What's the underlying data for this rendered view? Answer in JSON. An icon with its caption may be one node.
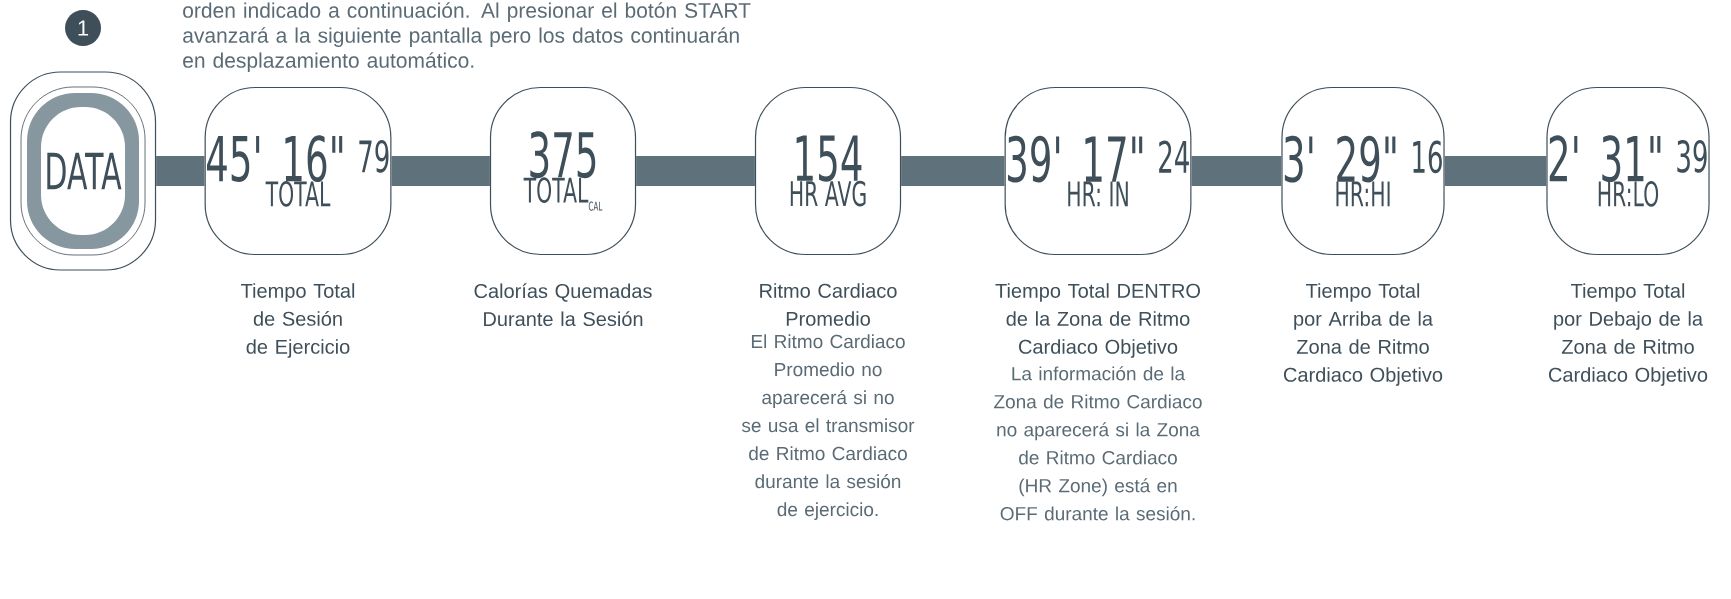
{
  "diagram": {
    "nodes": [
      {
        "text": [
          "1"
        ]
      },
      {
        "text": [
          "DATA"
        ]
      },
      {
        "text": [
          "45' 16\"$^{79}$",
          "TOTAL"
        ],
        "beside": [
          "Tiempo Total de Sesión de Ejercicio"
        ]
      },
      {
        "text": [
          "375",
          "TOTAL",
          "CAL"
        ],
        "beside": [
          "Calorías Quemadas Durante la Sesión"
        ]
      },
      {
        "text": [
          "154",
          "HR AVG"
        ],
        "beside": [
          "Ritmo Cardiaco Promedio",
          "El Ritmo Cardiaco Promedio no aparecerá si no se usa el transmisor de Ritmo Cardiaco durante la sesión de ejercicio."
        ]
      },
      {
        "text": [
          "39' 17\"$^{24}$",
          "HR: IN"
        ],
        "beside": [
          "Tiempo Total DENTRO de la Zona de Ritmo Cardiaco Objetivo",
          "La información de la Zona de Ritmo Cardiaco no aparecerá si la Zona de Ritmo Cardiaco (HR Zone) está en OFF durante la sesión."
        ]
      },
      {
        "text": [
          "3' 29\"$^{16}$",
          "HR:HI"
        ],
        "beside": [
          "Tiempo Total por Arriba de la Zona de Ritmo Cardiaco Objetivo"
        ]
      },
      {
        "text": [
          "2' 31\"$^{39}$",
          "HR:LO"
        ],
        "beside": [
          "Tiempo Total por Debajo de la Zona de Ritmo Cardiaco Objetivo"
        ]
      }
    ],
    "edges": [
      {
        "from": 1,
        "to": 2,
        "arrow": "none"
      },
      {
        "from": 2,
        "to": 3,
        "arrow": "none"
      },
      {
        "from": 3,
        "to": 4,
        "arrow": "none"
      },
      {
        "from": 4,
        "to": 5,
        "arrow": "none"
      },
      {
        "from": 5,
        "to": 6,
        "arrow": "none"
      },
      {
        "from": 6,
        "to": 7,
        "arrow": "none"
      }
    ],
    "labels": [
      "orden indicado a continuación. Al presionar el botón START avanzará a la siguiente pantalla pero los datos continuarán en desplazamiento automático."
    ]
  }
}
